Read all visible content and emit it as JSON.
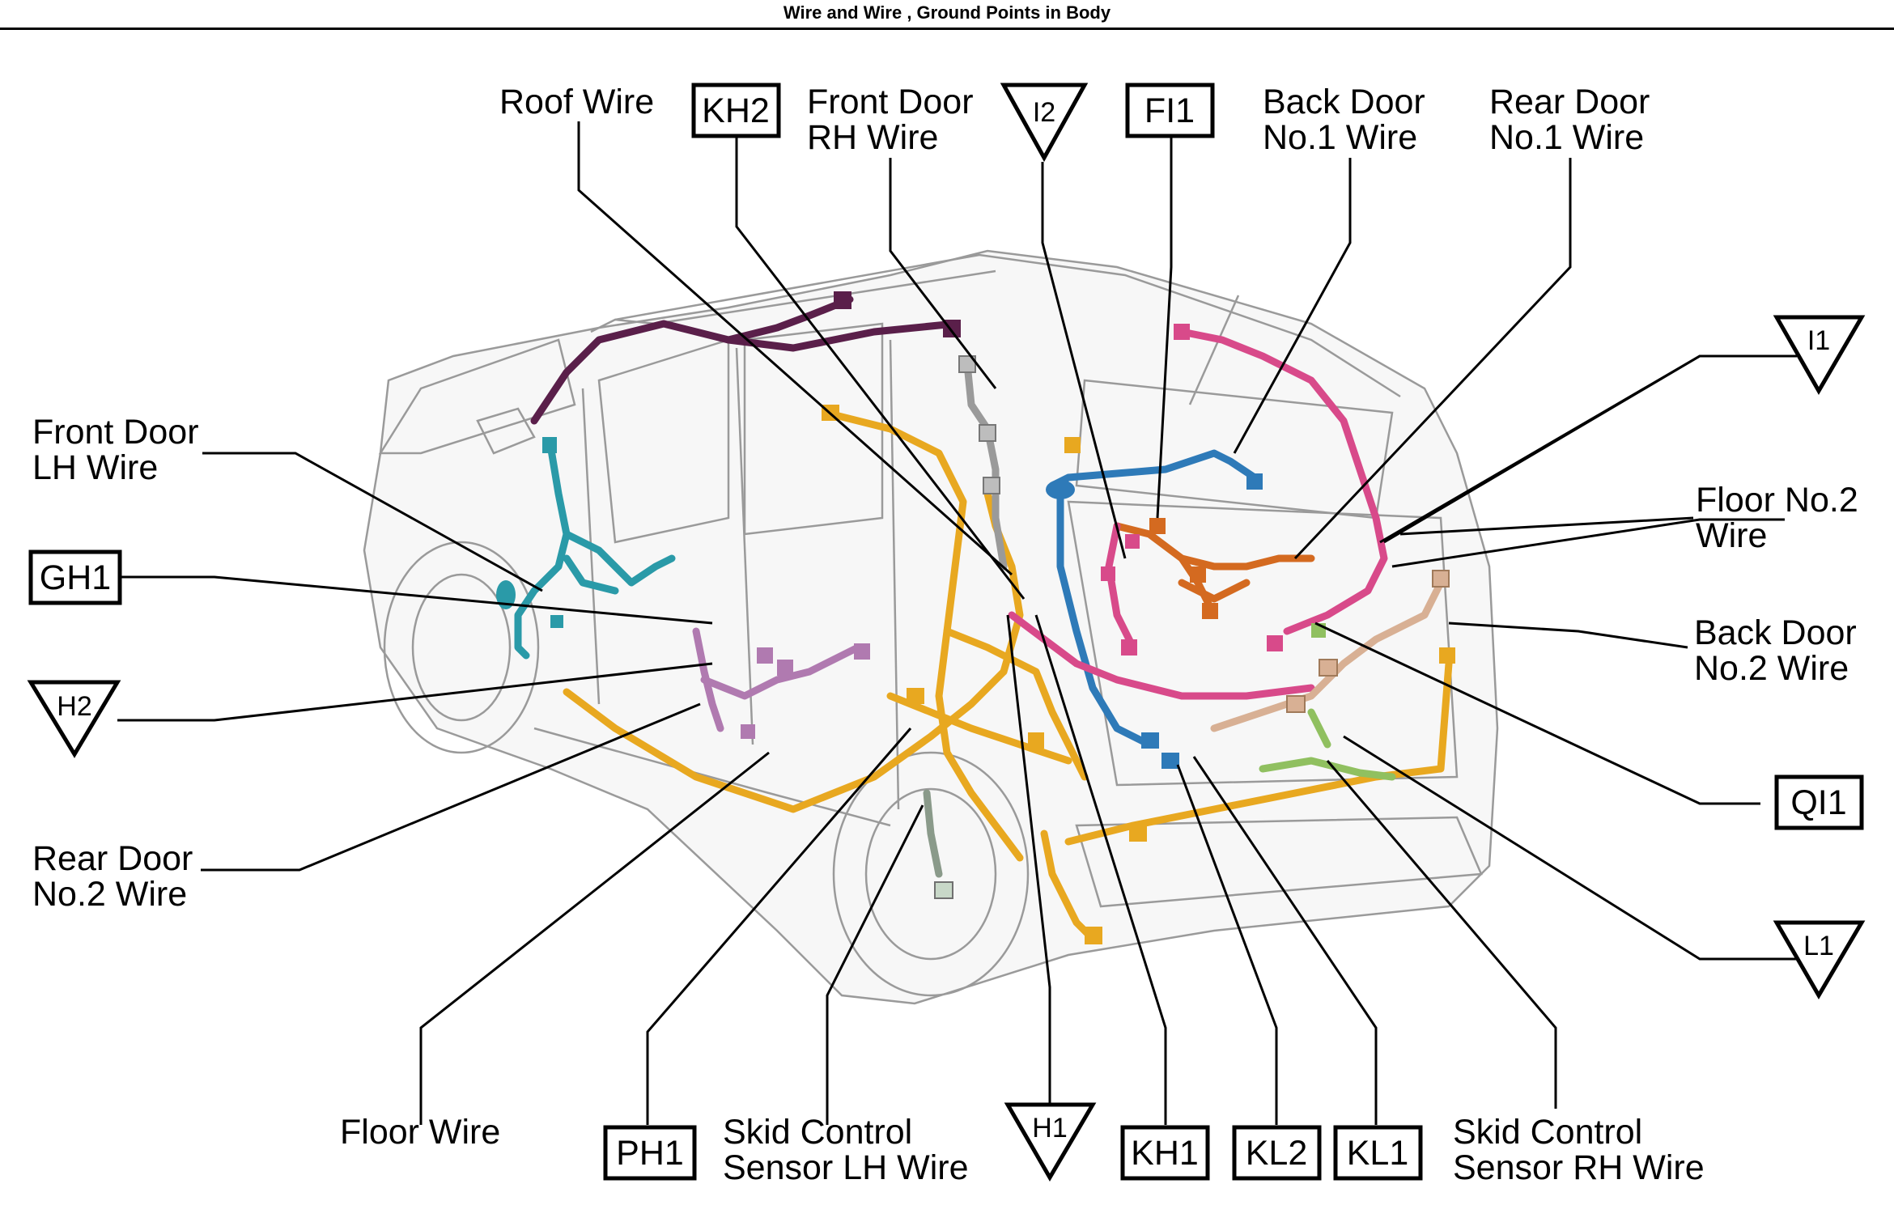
{
  "header": {
    "title": "Wire and Wire , Ground Points in Body"
  },
  "wires": {
    "roof": "Roof Wire",
    "front_door_rh": [
      "Front Door",
      "RH Wire"
    ],
    "back_door_no1": [
      "Back Door",
      "No.1 Wire"
    ],
    "rear_door_no1": [
      "Rear Door",
      "No.1 Wire"
    ],
    "front_door_lh": [
      "Front Door",
      "LH Wire"
    ],
    "floor_no2": [
      "Floor No.2",
      "Wire"
    ],
    "back_door_no2": [
      "Back Door",
      "No.2 Wire"
    ],
    "rear_door_no2": [
      "Rear Door",
      "No.2 Wire"
    ],
    "floor": "Floor Wire",
    "skid_lh": [
      "Skid Control",
      "Sensor LH Wire"
    ],
    "skid_rh": [
      "Skid Control",
      "Sensor RH Wire"
    ]
  },
  "connectors": {
    "kh2": "KH2",
    "fi1": "FI1",
    "gh1": "GH1",
    "qi1": "QI1",
    "ph1": "PH1",
    "kh1": "KH1",
    "kl2": "KL2",
    "kl1": "KL1"
  },
  "ground_points": {
    "i2": "I2",
    "i1": "I1",
    "h2": "H2",
    "l1": "L1",
    "h1": "H1"
  },
  "wire_colors": {
    "roof": "#5a1f4a",
    "front_door_lh": "#2a9aa8",
    "rear_door_no2": "#b07ab0",
    "floor": "#e8a820",
    "front_door_rh": "#9a9a9a",
    "back_door_no1": "#2e7ab8",
    "rear_door_no1": "#d46a20",
    "floor_no2": "#d84a8a",
    "back_door_no2": "#d8b094",
    "skid_rh": "#90c060"
  }
}
